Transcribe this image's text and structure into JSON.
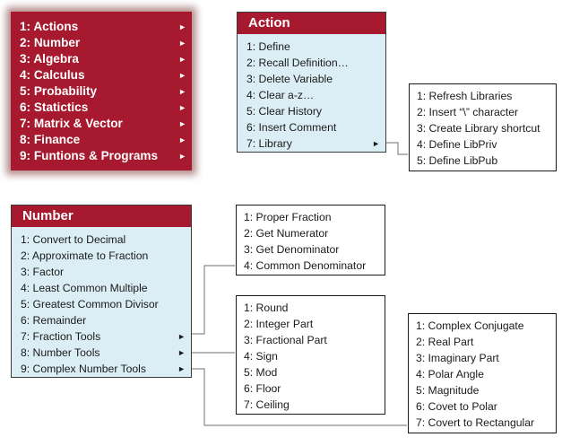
{
  "main_menu": {
    "items": [
      {
        "label": "1: Actions"
      },
      {
        "label": "2: Number"
      },
      {
        "label": "3: Algebra"
      },
      {
        "label": "4: Calculus"
      },
      {
        "label": "5: Probability"
      },
      {
        "label": "6: Statictics"
      },
      {
        "label": "7: Matrix & Vector"
      },
      {
        "label": "8: Finance"
      },
      {
        "label": "9: Funtions & Programs"
      }
    ],
    "arrow": "►"
  },
  "action_menu": {
    "title": "Action",
    "items": [
      {
        "label": "1: Define"
      },
      {
        "label": "2: Recall Definition…"
      },
      {
        "label": "3: Delete Variable"
      },
      {
        "label": "4: Clear a-z…"
      },
      {
        "label": "5: Clear History"
      },
      {
        "label": "6: Insert Comment"
      },
      {
        "label": "7: Library"
      }
    ]
  },
  "library_menu": {
    "items": [
      {
        "label": "1: Refresh Libraries"
      },
      {
        "label": "2: Insert “\\” character"
      },
      {
        "label": "3: Create Library shortcut"
      },
      {
        "label": "4: Define LibPriv"
      },
      {
        "label": "5: Define LibPub"
      }
    ]
  },
  "number_menu": {
    "title": "Number",
    "items": [
      {
        "label": "1: Convert to Decimal"
      },
      {
        "label": "2: Approximate to Fraction"
      },
      {
        "label": "3: Factor"
      },
      {
        "label": "4: Least Common Multiple"
      },
      {
        "label": "5: Greatest Common Divisor"
      },
      {
        "label": "6: Remainder"
      },
      {
        "label": "7: Fraction Tools"
      },
      {
        "label": "8: Number Tools"
      },
      {
        "label": "9: Complex Number Tools"
      }
    ]
  },
  "fraction_tools_menu": {
    "items": [
      {
        "label": "1: Proper Fraction"
      },
      {
        "label": "2: Get Numerator"
      },
      {
        "label": "3: Get Denominator"
      },
      {
        "label": "4: Common Denominator"
      }
    ]
  },
  "number_tools_menu": {
    "items": [
      {
        "label": "1: Round"
      },
      {
        "label": "2: Integer Part"
      },
      {
        "label": "3: Fractional Part"
      },
      {
        "label": "4: Sign"
      },
      {
        "label": "5: Mod"
      },
      {
        "label": "6: Floor"
      },
      {
        "label": "7: Ceiling"
      }
    ]
  },
  "complex_tools_menu": {
    "items": [
      {
        "label": "1: Complex Conjugate"
      },
      {
        "label": "2: Real Part"
      },
      {
        "label": "3: Imaginary Part"
      },
      {
        "label": "4: Polar Angle"
      },
      {
        "label": "5: Magnitude"
      },
      {
        "label": "6: Covet to Polar"
      },
      {
        "label": "7: Covert to Rectangular"
      }
    ]
  },
  "colors": {
    "menu_red": "#a6192e",
    "menu_blue": "#dbeef5",
    "connector_gray": "#8a8a8a"
  },
  "icons": {
    "submenu_arrow": "triangle-right-icon"
  }
}
